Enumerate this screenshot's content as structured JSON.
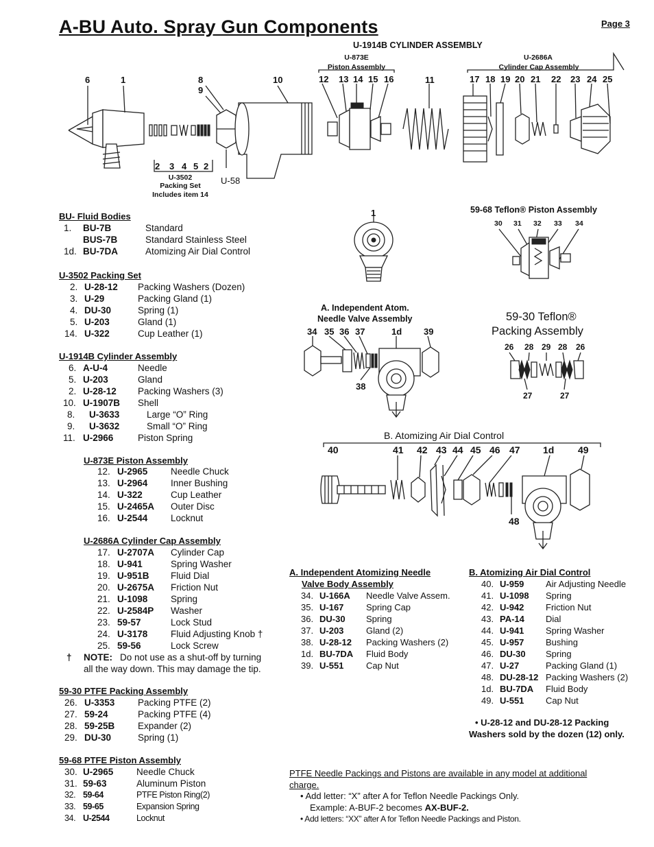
{
  "page": {
    "title": "A-BU  Auto. Spray Gun Components",
    "page_number": "Page 3"
  },
  "diagram_top": {
    "cylinder_assembly": "U-1914B CYLINDER ASSEMBLY",
    "piston_assembly_code": "U-873E",
    "piston_assembly_name": "Piston Assembly",
    "cap_assembly_code": "U-2686A",
    "cap_assembly_name": "Cylinder Cap Assembly",
    "numbers": [
      "6",
      "1",
      "8",
      "9",
      "10",
      "12",
      "13",
      "14",
      "15",
      "16",
      "11",
      "17",
      "18",
      "19",
      "20",
      "21",
      "22",
      "23",
      "24",
      "25"
    ],
    "packing_numbers": [
      "2",
      "3",
      "4",
      "5",
      "2"
    ],
    "packing_code": "U-3502",
    "packing_name": "Packing Set",
    "packing_note": "Includes item 14",
    "u58": "U-58"
  },
  "diagram_body": {
    "number": "1"
  },
  "diagram_teflon_piston": {
    "title": "59-68 Teflon® Piston Assembly",
    "numbers": [
      "30",
      "31",
      "32",
      "33",
      "34"
    ]
  },
  "diagram_needle_valve": {
    "title_line1": "A. Independent Atom.",
    "title_line2": "Needle Valve Assembly",
    "numbers": [
      "34",
      "35",
      "36",
      "37",
      "1d",
      "39"
    ],
    "below": "38"
  },
  "diagram_teflon_packing": {
    "title_line1": "59-30 Teflon®",
    "title_line2": "Packing Assembly",
    "numbers": [
      "26",
      "28",
      "29",
      "28",
      "26"
    ],
    "below": [
      "27",
      "27"
    ]
  },
  "diagram_dial": {
    "title": "B. Atomizing Air Dial Control",
    "numbers": [
      "40",
      "41",
      "42",
      "43",
      "44",
      "45",
      "46",
      "47",
      "1d",
      "49"
    ],
    "below": "48"
  },
  "fluid_bodies": {
    "heading": "BU- Fluid Bodies",
    "items": [
      {
        "num": "1.",
        "part": "BU-7B",
        "desc": "Standard"
      },
      {
        "num": "",
        "part": "BUS-7B",
        "desc": "Standard Stainless Steel"
      },
      {
        "num": "1d.",
        "part": "BU-7DA",
        "desc": "Atomizing Air Dial Control"
      }
    ]
  },
  "packing_set": {
    "heading": "U-3502 Packing Set",
    "items": [
      {
        "num": "2.",
        "part": "U-28-12",
        "desc": "Packing Washers  (Dozen)"
      },
      {
        "num": "3.",
        "part": "U-29",
        "desc": "Packing Gland  (1)"
      },
      {
        "num": "4.",
        "part": "DU-30",
        "desc": "Spring  (1)"
      },
      {
        "num": "5.",
        "part": "U-203",
        "desc": "Gland  (1)"
      },
      {
        "num": "14.",
        "part": "U-322",
        "desc": "Cup Leather  (1)"
      }
    ]
  },
  "cylinder_assembly": {
    "heading": "U-1914B Cylinder Assembly",
    "items": [
      {
        "num": "6.",
        "part": "A-U-4",
        "desc": "Needle"
      },
      {
        "num": "5.",
        "part": "U-203",
        "desc": "Gland"
      },
      {
        "num": "2.",
        "part": "U-28-12",
        "desc": "Packing Washers  (3)"
      },
      {
        "num": "10.",
        "part": "U-1907B",
        "desc": "Shell"
      },
      {
        "num": "8.",
        "part": "U-3633",
        "desc": "Large “O” Ring"
      },
      {
        "num": "9.",
        "part": "U-3632",
        "desc": "Small “O” Ring"
      },
      {
        "num": "11.",
        "part": "U-2966",
        "desc": "Piston Spring"
      }
    ]
  },
  "piston_assembly": {
    "heading": "U-873E Piston Assembly",
    "items": [
      {
        "num": "12.",
        "part": "U-2965",
        "desc": "Needle Chuck"
      },
      {
        "num": "13.",
        "part": "U-2964",
        "desc": "Inner Bushing"
      },
      {
        "num": "14.",
        "part": "U-322",
        "desc": "Cup Leather"
      },
      {
        "num": "15.",
        "part": "U-2465A",
        "desc": "Outer Disc"
      },
      {
        "num": "16.",
        "part": "U-2544",
        "desc": "Locknut"
      }
    ]
  },
  "cap_assembly": {
    "heading": "U-2686A Cylinder Cap Assembly",
    "items": [
      {
        "num": "17.",
        "part": "U-2707A",
        "desc": "Cylinder Cap"
      },
      {
        "num": "18.",
        "part": "U-941",
        "desc": "Spring Washer"
      },
      {
        "num": "19.",
        "part": "U-951B",
        "desc": "Fluid Dial"
      },
      {
        "num": "20.",
        "part": "U-2675A",
        "desc": "Friction Nut"
      },
      {
        "num": "21.",
        "part": "U-1098",
        "desc": "Spring"
      },
      {
        "num": "22.",
        "part": "U-2584P",
        "desc": "Washer"
      },
      {
        "num": "23.",
        "part": "59-57",
        "desc": "Lock Stud"
      },
      {
        "num": "24.",
        "part": "U-3178",
        "desc": "Fluid Adjusting Knob †"
      },
      {
        "num": "25.",
        "part": "59-56",
        "desc": "Lock Screw"
      }
    ],
    "note_mark": "†",
    "note_label": "NOTE:",
    "note_line1": "Do not use as a shut-off by turning",
    "note_line2": "all the way down. This may damage the tip."
  },
  "ptfe_packing": {
    "heading": "59-30 PTFE Packing Assembly",
    "items": [
      {
        "num": "26.",
        "part": "U-3353",
        "desc": "Packing PTFE  (2)"
      },
      {
        "num": "27.",
        "part": "59-24",
        "desc": "Packing PTFE  (4)"
      },
      {
        "num": "28.",
        "part": "59-25B",
        "desc": "Expander  (2)"
      },
      {
        "num": "29.",
        "part": "DU-30",
        "desc": "Spring  (1)"
      }
    ]
  },
  "ptfe_piston": {
    "heading": "59-68 PTFE Piston Assembly",
    "items": [
      {
        "num": "30.",
        "part": "U-2965",
        "desc": "Needle Chuck"
      },
      {
        "num": "31.",
        "part": "59-63",
        "desc": "Aluminum Piston"
      },
      {
        "num": "32.",
        "part": "59-64",
        "desc": "PTFE Piston Ring(2)"
      },
      {
        "num": "33.",
        "part": "59-65",
        "desc": "Expansion Spring"
      },
      {
        "num": "34.",
        "part": "U-2544",
        "desc": "Locknut"
      }
    ]
  },
  "needle_valve_list": {
    "heading_line1": "A.  Independent Atomizing Needle",
    "heading_line2": "Valve Body Assembly",
    "items": [
      {
        "num": "34.",
        "part": "U-166A",
        "desc": "Needle Valve Assem."
      },
      {
        "num": "35.",
        "part": "U-167",
        "desc": "Spring Cap"
      },
      {
        "num": "36.",
        "part": "DU-30",
        "desc": "Spring"
      },
      {
        "num": "37.",
        "part": "U-203",
        "desc": "Gland  (2)"
      },
      {
        "num": "38.",
        "part": "U-28-12",
        "desc": "Packing Washers (2)"
      },
      {
        "num": "1d.",
        "part": "BU-7DA",
        "desc": "Fluid Body"
      },
      {
        "num": "39.",
        "part": "U-551",
        "desc": "Cap Nut"
      }
    ]
  },
  "dial_list": {
    "heading": "B.  Atomizing Air Dial Control",
    "items": [
      {
        "num": "40.",
        "part": "U-959",
        "desc": "Air Adjusting Needle"
      },
      {
        "num": "41.",
        "part": "U-1098",
        "desc": "Spring"
      },
      {
        "num": "42.",
        "part": "U-942",
        "desc": "Friction Nut"
      },
      {
        "num": "43.",
        "part": "PA-14",
        "desc": "Dial"
      },
      {
        "num": "44.",
        "part": "U-941",
        "desc": "Spring Washer"
      },
      {
        "num": "45.",
        "part": "U-957",
        "desc": "Bushing"
      },
      {
        "num": "46.",
        "part": "DU-30",
        "desc": "Spring"
      },
      {
        "num": "47.",
        "part": "U-27",
        "desc": "Packing Gland  (1)"
      },
      {
        "num": "48.",
        "part": "DU-28-12",
        "desc": "Packing Washers (2)"
      },
      {
        "num": "1d.",
        "part": "BU-7DA",
        "desc": "Fluid Body"
      },
      {
        "num": "49.",
        "part": "U-551",
        "desc": "Cap Nut"
      }
    ],
    "note_line1": "•  U-28-12  and  DU-28-12  Packing",
    "note_line2": "Washers sold by the dozen (12) only."
  },
  "footer": {
    "line1": "PTFE  Needle  Packings  and  Pistons  are  available  in  any  model  at  additional",
    "line2": "charge.",
    "bullet1": "•  Add letter:  “X” after A  for Teflon Needle Packings Only.",
    "example_prefix": "Example:  A-BUF-2  becomes ",
    "example_bold": "AX-BUF-2.",
    "bullet2": "•  Add letters:  “XX” after A  for Teflon Needle Packings and Piston."
  }
}
